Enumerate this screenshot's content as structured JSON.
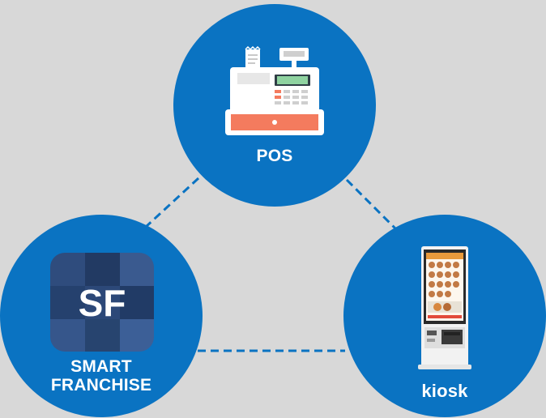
{
  "nodes": {
    "pos": {
      "label": "POS",
      "icon": "cash-register-icon"
    },
    "smart_franchise": {
      "label_line1": "SMART",
      "label_line2": "FRANCHISE",
      "logo_text": "SF",
      "icon": "sf-app-icon"
    },
    "kiosk": {
      "label": "kiosk",
      "icon": "kiosk-icon"
    }
  },
  "colors": {
    "background": "#d8d8d8",
    "circle": "#0a73c2",
    "connector": "#0a73c2",
    "drawer_accent": "#f47b5e",
    "display_green": "#8fd3a0"
  }
}
